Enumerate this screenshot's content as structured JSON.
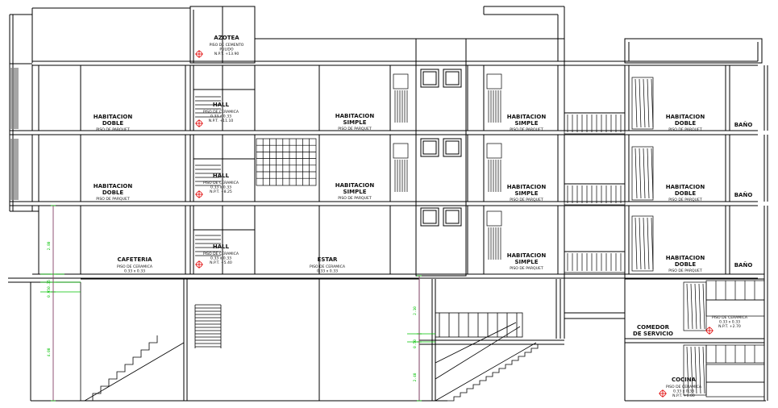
{
  "colors": {
    "line": "#000000",
    "dimension": "#00c000",
    "marker": "#e00000",
    "background": "#ffffff"
  },
  "rooms": [
    {
      "id": "azotea",
      "name": "AZOTEA",
      "sub": [
        "PISO DE CEMENTO",
        "PULIDO",
        "N.P.T. +13.90"
      ]
    },
    {
      "id": "hall-4",
      "name": "HALL",
      "sub": [
        "PISO DE CERAMICA",
        "0.33 x 0.33",
        "N.P.T. +11.10"
      ]
    },
    {
      "id": "hall-3",
      "name": "HALL",
      "sub": [
        "PISO DE CERAMICA",
        "0.33 x 0.33",
        "N.P.T. +8.25"
      ]
    },
    {
      "id": "hall-2",
      "name": "HALL",
      "sub": [
        "PISO DE CERAMICA",
        "0.33 x 0.33",
        "N.P.T. +5.40"
      ]
    },
    {
      "id": "hd-4-left",
      "name": "HABITACION",
      "name2": "DOBLE",
      "sub": [
        "PISO DE PARQUET"
      ]
    },
    {
      "id": "hd-3-left",
      "name": "HABITACION",
      "name2": "DOBLE",
      "sub": [
        "PISO DE PARQUET"
      ]
    },
    {
      "id": "hs-4-mid",
      "name": "HABITACION",
      "name2": "SIMPLE",
      "sub": [
        "PISO DE PARQUET"
      ]
    },
    {
      "id": "hs-3-mid",
      "name": "HABITACION",
      "name2": "SIMPLE",
      "sub": [
        "PISO DE PARQUET"
      ]
    },
    {
      "id": "hs-4-right",
      "name": "HABITACION",
      "name2": "SIMPLE",
      "sub": [
        "PISO DE PARQUET"
      ]
    },
    {
      "id": "hs-3-right",
      "name": "HABITACION",
      "name2": "SIMPLE",
      "sub": [
        "PISO DE PARQUET"
      ]
    },
    {
      "id": "hs-2-right",
      "name": "HABITACION",
      "name2": "SIMPLE",
      "sub": [
        "PISO DE PARQUET"
      ]
    },
    {
      "id": "hd-4-far",
      "name": "HABITACION",
      "name2": "DOBLE",
      "sub": [
        "PISO DE PARQUET"
      ]
    },
    {
      "id": "hd-3-far",
      "name": "HABITACION",
      "name2": "DOBLE",
      "sub": [
        "PISO DE PARQUET"
      ]
    },
    {
      "id": "hd-2-far",
      "name": "HABITACION",
      "name2": "DOBLE",
      "sub": [
        "PISO DE PARQUET"
      ]
    },
    {
      "id": "bano-4",
      "name": "BAÑO",
      "sub": []
    },
    {
      "id": "bano-3",
      "name": "BAÑO",
      "sub": []
    },
    {
      "id": "bano-2",
      "name": "BAÑO",
      "sub": []
    },
    {
      "id": "cafeteria",
      "name": "CAFETERIA",
      "sub": [
        "PISO DE CERAMICA",
        "0.33 x 0.33"
      ]
    },
    {
      "id": "estar",
      "name": "ESTAR",
      "sub": [
        "PISO DE CERAMICA",
        "0.33 x 0.33"
      ]
    },
    {
      "id": "comedor",
      "name": "COMEDOR",
      "name2": "DE SERVICIO",
      "sub": []
    },
    {
      "id": "cocina-sub",
      "name": "",
      "sub": [
        "PISO DE CERAMICA",
        "0.33 x 0.33",
        "N.P.T. +2.70"
      ]
    },
    {
      "id": "cocina",
      "name": "COCINA",
      "sub": [
        "PISO DE CERAMICA",
        "0.33 x 0.33",
        "N.P.T. +0.00"
      ]
    }
  ],
  "dimensions": [
    "2.80",
    "0.35",
    "0.95",
    "4.00",
    "2.10",
    "0.50",
    "2.40"
  ]
}
